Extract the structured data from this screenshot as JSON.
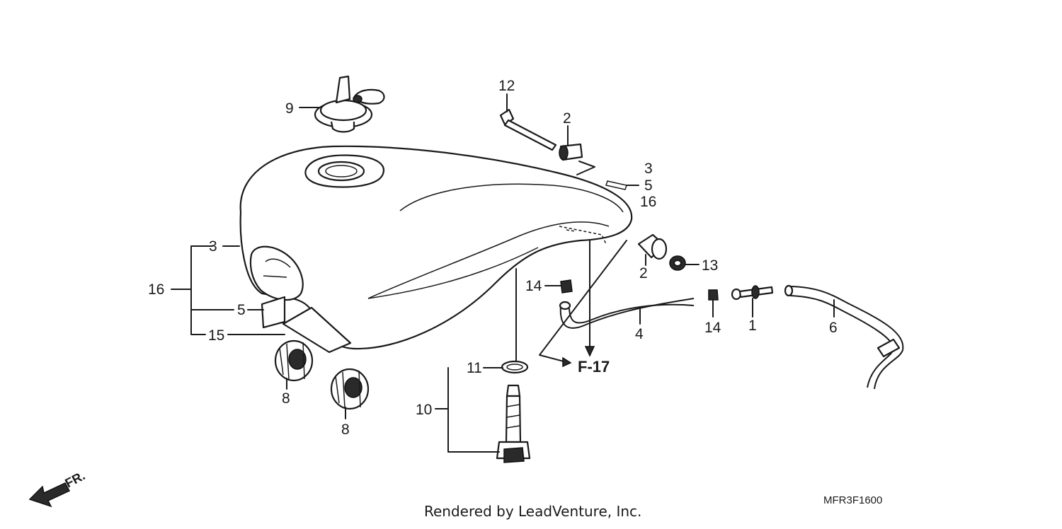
{
  "callouts": {
    "c1": "1",
    "c2a": "2",
    "c2b": "2",
    "c3a": "3",
    "c3b": "3",
    "c4": "4",
    "c5a": "5",
    "c5b": "5",
    "c6": "6",
    "c8a": "8",
    "c8b": "8",
    "c9": "9",
    "c10": "10",
    "c11": "11",
    "c12": "12",
    "c13": "13",
    "c14a": "14",
    "c14b": "14",
    "c15": "15",
    "c16a": "16",
    "c16b": "16"
  },
  "reference": "F-17",
  "front_marker": "FR.",
  "diagram_code": "MFR3F1600",
  "credit": "Rendered by LeadVenture, Inc."
}
